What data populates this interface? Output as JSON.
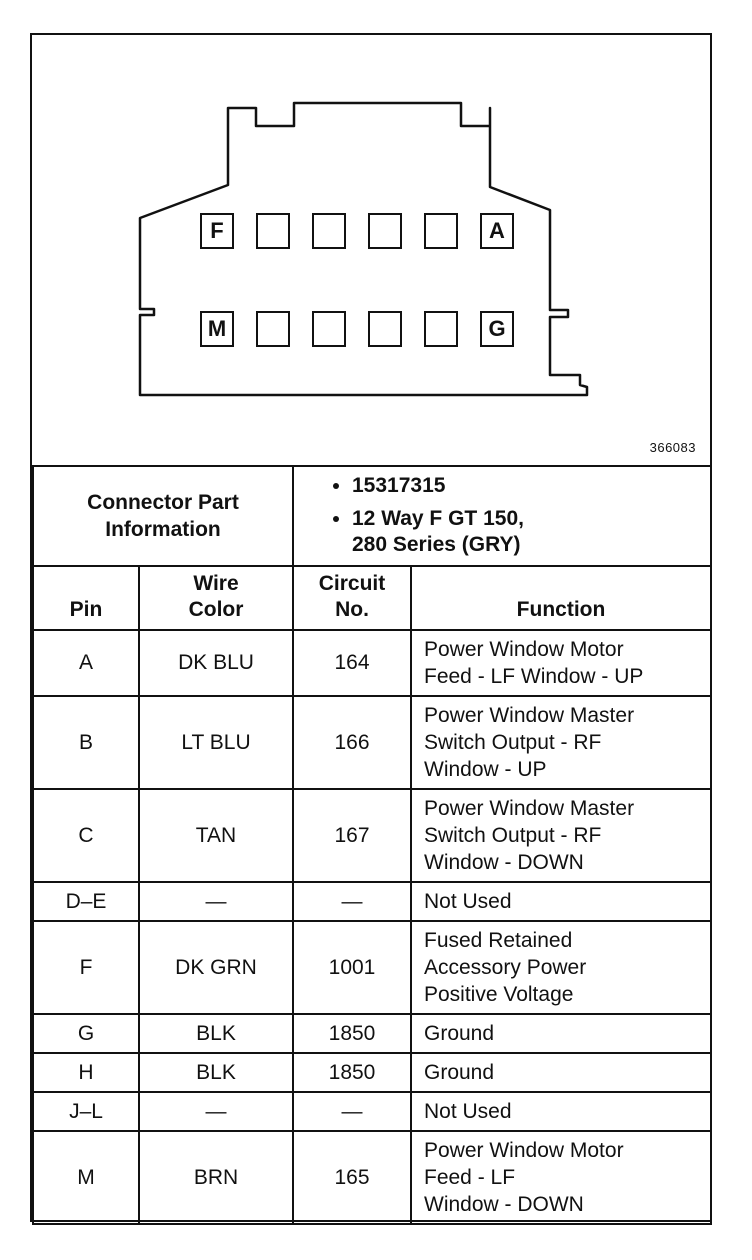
{
  "figure_id": "366083",
  "connector_pins": {
    "top_row": [
      "F",
      "",
      "",
      "",
      "",
      "A"
    ],
    "bottom_row": [
      "M",
      "",
      "",
      "",
      "",
      "G"
    ]
  },
  "connector_part_information": {
    "label_line1": "Connector Part",
    "label_line2": "Information",
    "part_number": "15317315",
    "description_line1": "12 Way F GT 150,",
    "description_line2": "280 Series (GRY)"
  },
  "table": {
    "headers": {
      "pin": "Pin",
      "wire_color_line1": "Wire",
      "wire_color_line2": "Color",
      "circuit_line1": "Circuit",
      "circuit_line2": "No.",
      "function": "Function"
    },
    "rows": [
      {
        "pin": "A",
        "wire": "DK BLU",
        "circuit": "164",
        "function": [
          "Power Window Motor",
          "Feed - LF Window - UP"
        ]
      },
      {
        "pin": "B",
        "wire": "LT BLU",
        "circuit": "166",
        "function": [
          "Power Window Master",
          "Switch Output - RF",
          "Window - UP"
        ]
      },
      {
        "pin": "C",
        "wire": "TAN",
        "circuit": "167",
        "function": [
          "Power Window Master",
          "Switch Output - RF",
          "Window - DOWN"
        ]
      },
      {
        "pin": "D–E",
        "wire": "—",
        "circuit": "—",
        "function": [
          "Not Used"
        ]
      },
      {
        "pin": "F",
        "wire": "DK GRN",
        "circuit": "1001",
        "function": [
          "Fused Retained",
          "Accessory Power",
          "Positive Voltage"
        ]
      },
      {
        "pin": "G",
        "wire": "BLK",
        "circuit": "1850",
        "function": [
          "Ground"
        ]
      },
      {
        "pin": "H",
        "wire": "BLK",
        "circuit": "1850",
        "function": [
          "Ground"
        ]
      },
      {
        "pin": "J–L",
        "wire": "—",
        "circuit": "—",
        "function": [
          "Not Used"
        ]
      },
      {
        "pin": "M",
        "wire": "BRN",
        "circuit": "165",
        "function": [
          "Power Window Motor",
          "Feed - LF",
          "Window - DOWN"
        ]
      }
    ]
  }
}
